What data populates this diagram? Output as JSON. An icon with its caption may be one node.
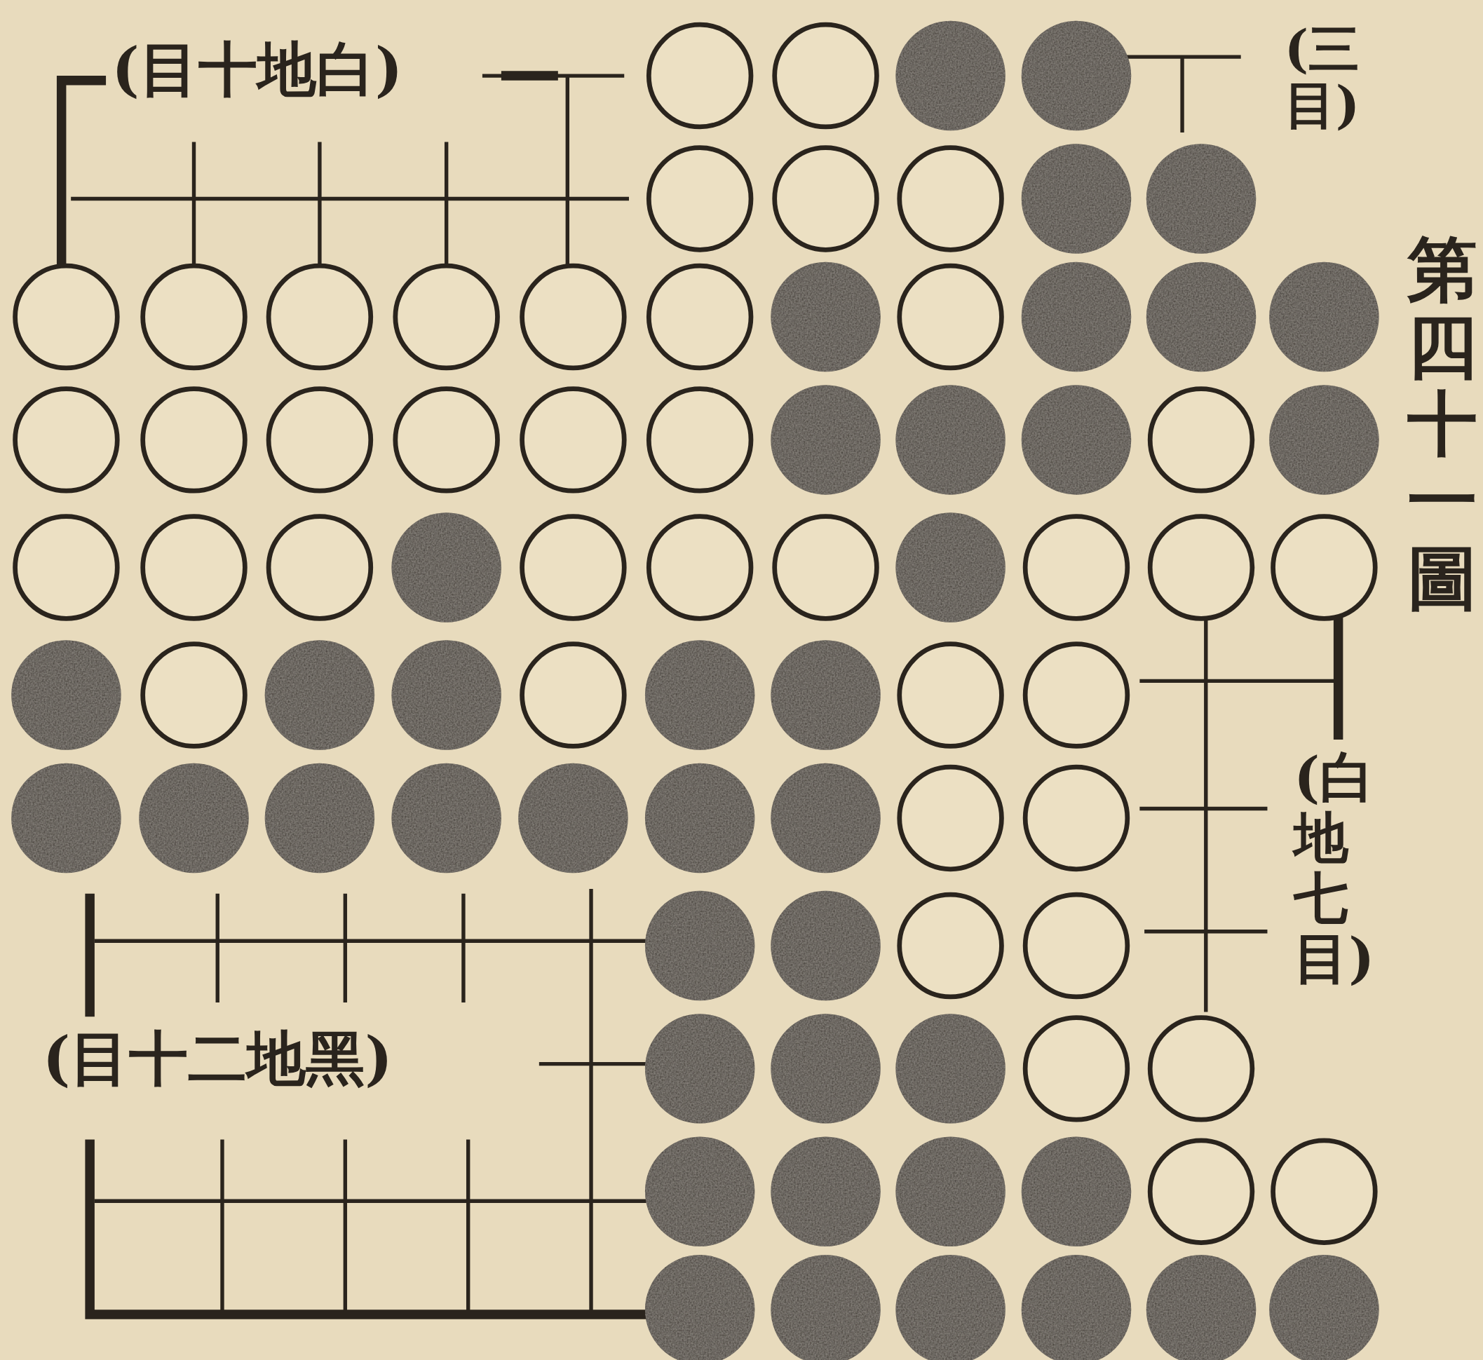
{
  "diagram": {
    "title": "第四十一圖",
    "labels": [
      "(目十地白)",
      "(三目)",
      "(白地七目)",
      "(目十二地黑)"
    ]
  }
}
